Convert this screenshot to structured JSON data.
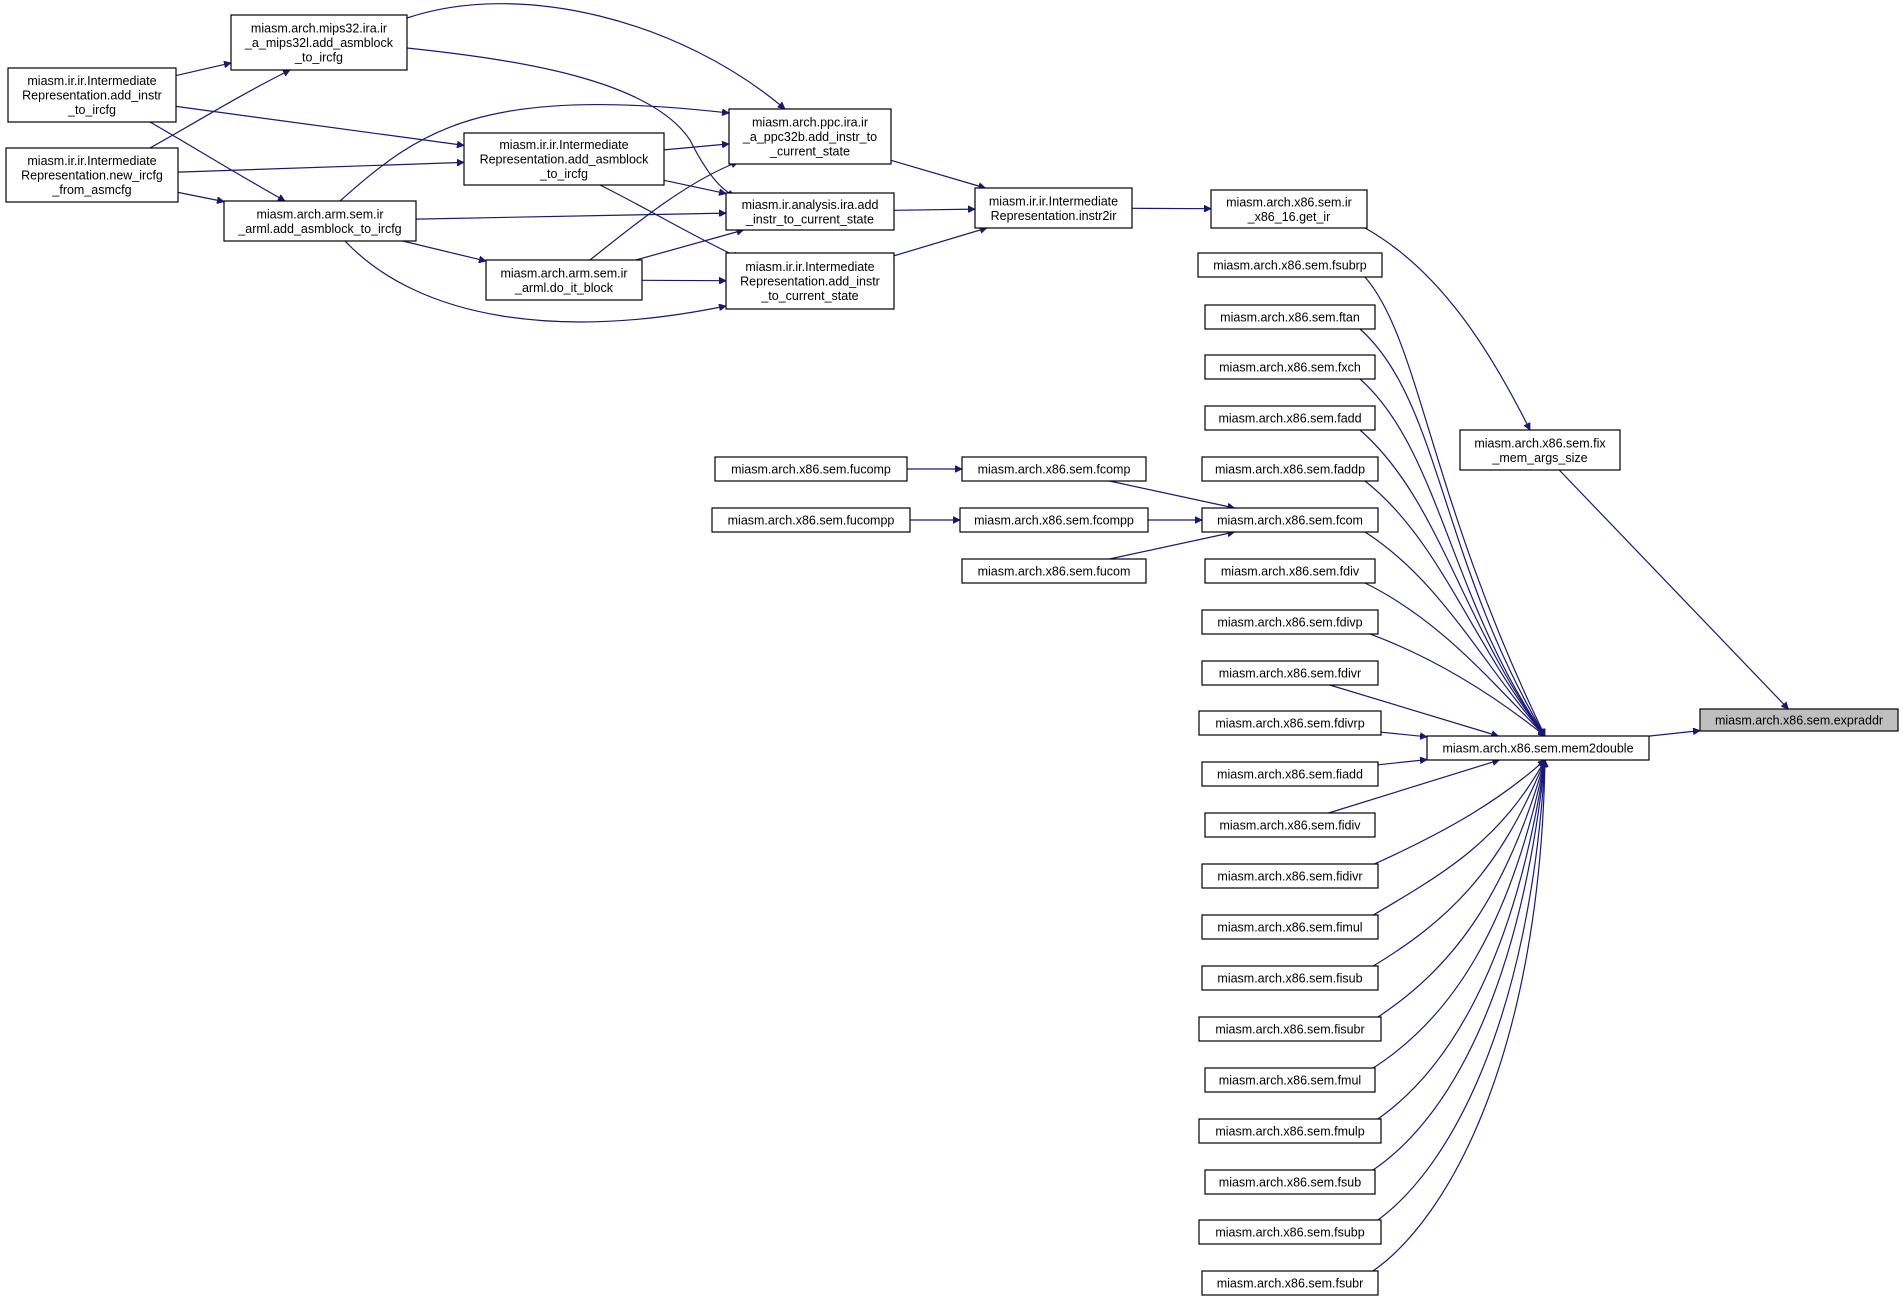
{
  "graph": {
    "nodes": [
      {
        "id": "expraddr",
        "lines": [
          "miasm.arch.x86.sem.expraddr"
        ],
        "highlight": true
      },
      {
        "id": "mem2double",
        "lines": [
          "miasm.arch.x86.sem.mem2double"
        ]
      },
      {
        "id": "fix_mem",
        "lines": [
          "miasm.arch.x86.sem.fix",
          "_mem_args_size"
        ]
      },
      {
        "id": "get_ir",
        "lines": [
          "miasm.arch.x86.sem.ir",
          "_x86_16.get_ir"
        ]
      },
      {
        "id": "instr2ir",
        "lines": [
          "miasm.ir.ir.Intermediate",
          "Representation.instr2ir"
        ]
      },
      {
        "id": "ppc_add_instr",
        "lines": [
          "miasm.arch.ppc.ira.ir",
          "_a_ppc32b.add_instr_to",
          "_current_state"
        ]
      },
      {
        "id": "ira_add_instr",
        "lines": [
          "miasm.ir.analysis.ira.add",
          "_instr_to_current_state"
        ]
      },
      {
        "id": "ir_add_instr_cs",
        "lines": [
          "miasm.ir.ir.Intermediate",
          "Representation.add_instr",
          "_to_current_state"
        ]
      },
      {
        "id": "mips_add_asmblock",
        "lines": [
          "miasm.arch.mips32.ira.ir",
          "_a_mips32l.add_asmblock",
          "_to_ircfg"
        ]
      },
      {
        "id": "ir_add_asmblock",
        "lines": [
          "miasm.ir.ir.Intermediate",
          "Representation.add_asmblock",
          "_to_ircfg"
        ]
      },
      {
        "id": "arm_do_it_block",
        "lines": [
          "miasm.arch.arm.sem.ir",
          "_arml.do_it_block"
        ]
      },
      {
        "id": "arm_add_asmblock",
        "lines": [
          "miasm.arch.arm.sem.ir",
          "_arml.add_asmblock_to_ircfg"
        ]
      },
      {
        "id": "ir_add_instr_to_ircfg",
        "lines": [
          "miasm.ir.ir.Intermediate",
          "Representation.add_instr",
          "_to_ircfg"
        ]
      },
      {
        "id": "ir_new_ircfg",
        "lines": [
          "miasm.ir.ir.Intermediate",
          "Representation.new_ircfg",
          "_from_asmcfg"
        ]
      },
      {
        "id": "fsubrp",
        "lines": [
          "miasm.arch.x86.sem.fsubrp"
        ]
      },
      {
        "id": "ftan",
        "lines": [
          "miasm.arch.x86.sem.ftan"
        ]
      },
      {
        "id": "fxch",
        "lines": [
          "miasm.arch.x86.sem.fxch"
        ]
      },
      {
        "id": "fadd",
        "lines": [
          "miasm.arch.x86.sem.fadd"
        ]
      },
      {
        "id": "faddp",
        "lines": [
          "miasm.arch.x86.sem.faddp"
        ]
      },
      {
        "id": "fcom",
        "lines": [
          "miasm.arch.x86.sem.fcom"
        ]
      },
      {
        "id": "fcomp",
        "lines": [
          "miasm.arch.x86.sem.fcomp"
        ]
      },
      {
        "id": "fcompp",
        "lines": [
          "miasm.arch.x86.sem.fcompp"
        ]
      },
      {
        "id": "fucom",
        "lines": [
          "miasm.arch.x86.sem.fucom"
        ]
      },
      {
        "id": "fucomp",
        "lines": [
          "miasm.arch.x86.sem.fucomp"
        ]
      },
      {
        "id": "fucompp",
        "lines": [
          "miasm.arch.x86.sem.fucompp"
        ]
      },
      {
        "id": "fdiv",
        "lines": [
          "miasm.arch.x86.sem.fdiv"
        ]
      },
      {
        "id": "fdivp",
        "lines": [
          "miasm.arch.x86.sem.fdivp"
        ]
      },
      {
        "id": "fdivr",
        "lines": [
          "miasm.arch.x86.sem.fdivr"
        ]
      },
      {
        "id": "fdivrp",
        "lines": [
          "miasm.arch.x86.sem.fdivrp"
        ]
      },
      {
        "id": "fiadd",
        "lines": [
          "miasm.arch.x86.sem.fiadd"
        ]
      },
      {
        "id": "fidiv",
        "lines": [
          "miasm.arch.x86.sem.fidiv"
        ]
      },
      {
        "id": "fidivr",
        "lines": [
          "miasm.arch.x86.sem.fidivr"
        ]
      },
      {
        "id": "fimul",
        "lines": [
          "miasm.arch.x86.sem.fimul"
        ]
      },
      {
        "id": "fisub",
        "lines": [
          "miasm.arch.x86.sem.fisub"
        ]
      },
      {
        "id": "fisubr",
        "lines": [
          "miasm.arch.x86.sem.fisubr"
        ]
      },
      {
        "id": "fmul",
        "lines": [
          "miasm.arch.x86.sem.fmul"
        ]
      },
      {
        "id": "fmulp",
        "lines": [
          "miasm.arch.x86.sem.fmulp"
        ]
      },
      {
        "id": "fsub",
        "lines": [
          "miasm.arch.x86.sem.fsub"
        ]
      },
      {
        "id": "fsubp",
        "lines": [
          "miasm.arch.x86.sem.fsubp"
        ]
      },
      {
        "id": "fsubr",
        "lines": [
          "miasm.arch.x86.sem.fsubr"
        ]
      }
    ],
    "edges": [
      {
        "from": "mem2double",
        "to": "expraddr"
      },
      {
        "from": "fix_mem",
        "to": "expraddr"
      },
      {
        "from": "get_ir",
        "to": "fix_mem"
      },
      {
        "from": "instr2ir",
        "to": "get_ir"
      },
      {
        "from": "ppc_add_instr",
        "to": "instr2ir"
      },
      {
        "from": "ira_add_instr",
        "to": "instr2ir"
      },
      {
        "from": "ir_add_instr_cs",
        "to": "instr2ir"
      },
      {
        "from": "mips_add_asmblock",
        "to": "ppc_add_instr"
      },
      {
        "from": "mips_add_asmblock",
        "to": "ira_add_instr"
      },
      {
        "from": "ir_add_asmblock",
        "to": "ppc_add_instr"
      },
      {
        "from": "ir_add_asmblock",
        "to": "ira_add_instr"
      },
      {
        "from": "ir_add_asmblock",
        "to": "ir_add_instr_cs"
      },
      {
        "from": "arm_add_asmblock",
        "to": "ppc_add_instr"
      },
      {
        "from": "arm_add_asmblock",
        "to": "ira_add_instr"
      },
      {
        "from": "arm_add_asmblock",
        "to": "ir_add_instr_cs"
      },
      {
        "from": "arm_add_asmblock",
        "to": "arm_do_it_block"
      },
      {
        "from": "arm_do_it_block",
        "to": "ppc_add_instr"
      },
      {
        "from": "arm_do_it_block",
        "to": "ira_add_instr"
      },
      {
        "from": "arm_do_it_block",
        "to": "ir_add_instr_cs"
      },
      {
        "from": "ir_add_instr_to_ircfg",
        "to": "mips_add_asmblock"
      },
      {
        "from": "ir_add_instr_to_ircfg",
        "to": "ir_add_asmblock"
      },
      {
        "from": "ir_add_instr_to_ircfg",
        "to": "arm_add_asmblock"
      },
      {
        "from": "ir_new_ircfg",
        "to": "mips_add_asmblock"
      },
      {
        "from": "ir_new_ircfg",
        "to": "ir_add_asmblock"
      },
      {
        "from": "ir_new_ircfg",
        "to": "arm_add_asmblock"
      },
      {
        "from": "fsubrp",
        "to": "mem2double"
      },
      {
        "from": "ftan",
        "to": "mem2double"
      },
      {
        "from": "fxch",
        "to": "mem2double"
      },
      {
        "from": "fadd",
        "to": "mem2double"
      },
      {
        "from": "faddp",
        "to": "mem2double"
      },
      {
        "from": "fcom",
        "to": "mem2double"
      },
      {
        "from": "fcomp",
        "to": "fcom"
      },
      {
        "from": "fcompp",
        "to": "fcom"
      },
      {
        "from": "fucom",
        "to": "fcom"
      },
      {
        "from": "fucomp",
        "to": "fcomp"
      },
      {
        "from": "fucompp",
        "to": "fcompp"
      },
      {
        "from": "fdiv",
        "to": "mem2double"
      },
      {
        "from": "fdivp",
        "to": "mem2double"
      },
      {
        "from": "fdivr",
        "to": "mem2double"
      },
      {
        "from": "fdivrp",
        "to": "mem2double"
      },
      {
        "from": "fiadd",
        "to": "mem2double"
      },
      {
        "from": "fidiv",
        "to": "mem2double"
      },
      {
        "from": "fidivr",
        "to": "mem2double"
      },
      {
        "from": "fimul",
        "to": "mem2double"
      },
      {
        "from": "fisub",
        "to": "mem2double"
      },
      {
        "from": "fisubr",
        "to": "mem2double"
      },
      {
        "from": "fmul",
        "to": "mem2double"
      },
      {
        "from": "fmulp",
        "to": "mem2double"
      },
      {
        "from": "fsub",
        "to": "mem2double"
      },
      {
        "from": "fsubp",
        "to": "mem2double"
      },
      {
        "from": "fsubr",
        "to": "mem2double"
      }
    ],
    "colors": {
      "edge": "#191970",
      "node_border": "#000000",
      "node_fill": "#ffffff",
      "highlight_fill": "#bfbfbf"
    }
  }
}
